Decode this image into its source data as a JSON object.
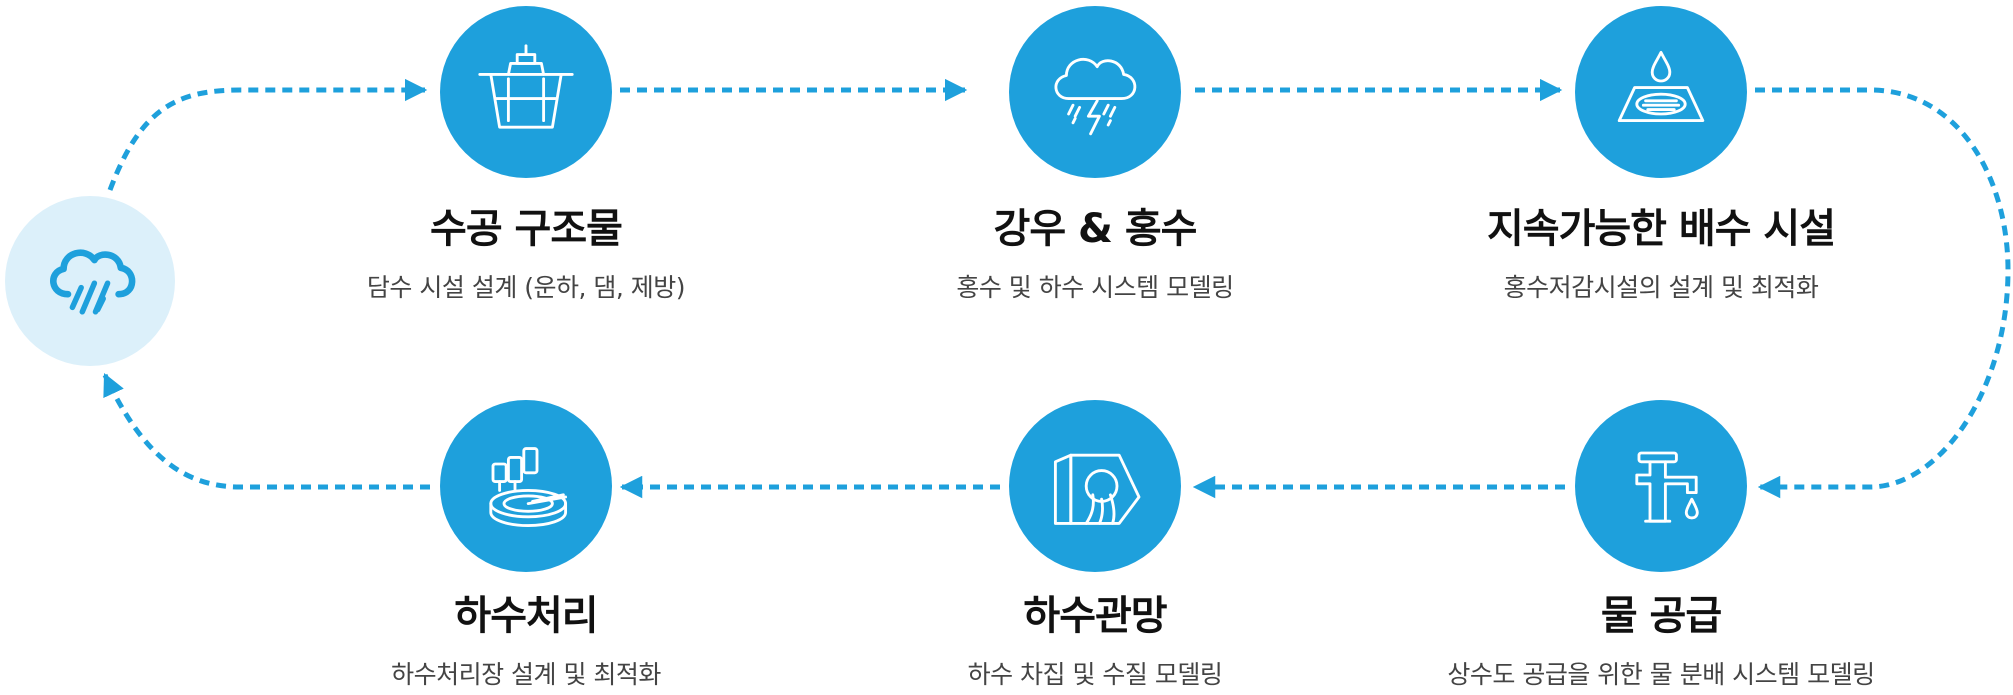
{
  "colors": {
    "accent": "#1ea0dc",
    "start_circle": "#dcf0fa",
    "connector": "#1ea0dc",
    "title_text": "#111111",
    "desc_text": "#444444"
  },
  "start": {
    "icon": "rain-cloud-icon"
  },
  "stages": [
    {
      "icon": "canal-lock-ship-icon",
      "title": "수공 구조물",
      "desc": "담수 시설 설계 (운하, 댐, 제방)"
    },
    {
      "icon": "storm-cloud-icon",
      "title": "강우 & 홍수",
      "desc": "홍수 및 하수 시스템 모델링"
    },
    {
      "icon": "drain-cover-icon",
      "title": "지속가능한 배수 시설",
      "desc": "홍수저감시설의 설계 및 최적화"
    },
    {
      "icon": "faucet-icon",
      "title": "물 공급",
      "desc": "상수도 공급을 위한 물 분배 시스템 모델링"
    },
    {
      "icon": "sewer-outlet-icon",
      "title": "하수관망",
      "desc": "하수 차집 및 수질  모델링"
    },
    {
      "icon": "treatment-plant-icon",
      "title": "하수처리",
      "desc": "하수처리장 설계 및 최적화"
    }
  ]
}
